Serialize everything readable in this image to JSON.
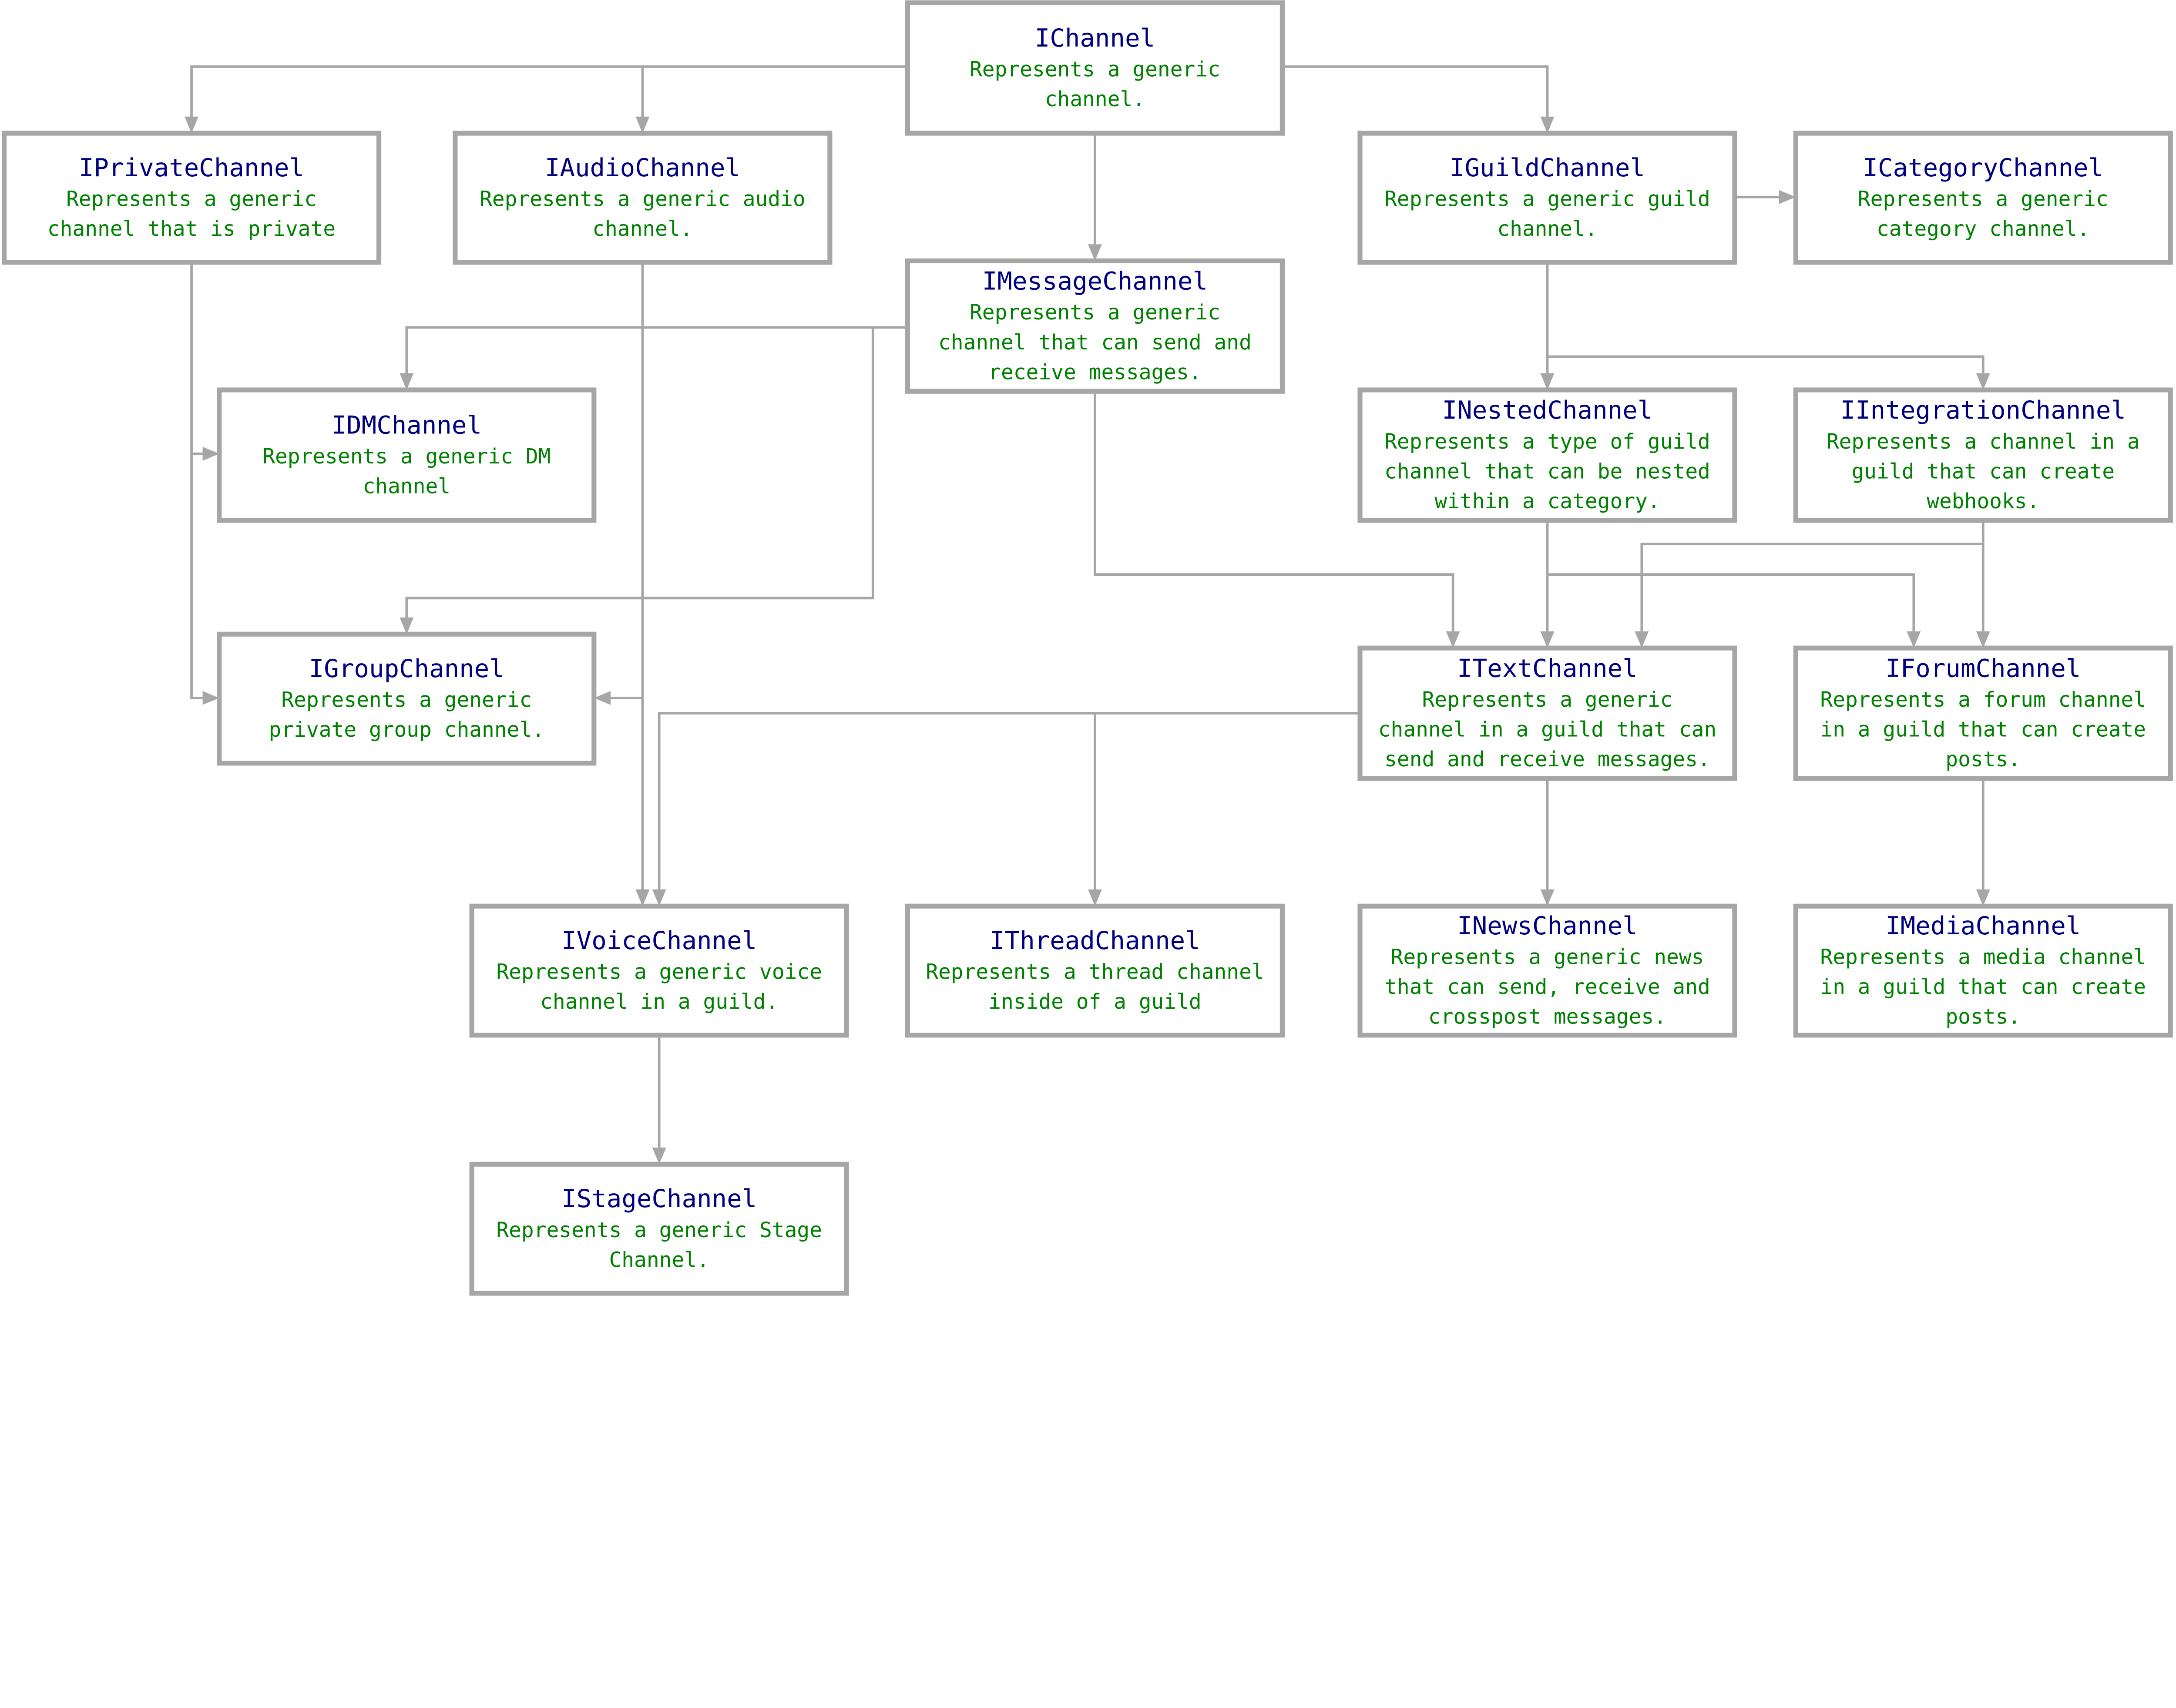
{
  "colors": {
    "title": "#000080",
    "description": "#008000",
    "border": "#a6a6a6"
  },
  "nodes": [
    {
      "id": "IChannel",
      "title": "IChannel",
      "lines": [
        "Represents a generic",
        "channel."
      ]
    },
    {
      "id": "IPrivateChannel",
      "title": "IPrivateChannel",
      "lines": [
        "Represents a generic",
        "channel that is private"
      ]
    },
    {
      "id": "IAudioChannel",
      "title": "IAudioChannel",
      "lines": [
        "Represents a generic audio",
        "channel."
      ]
    },
    {
      "id": "IGuildChannel",
      "title": "IGuildChannel",
      "lines": [
        "Represents a generic guild",
        "channel."
      ]
    },
    {
      "id": "ICategoryChannel",
      "title": "ICategoryChannel",
      "lines": [
        "Represents a generic",
        "category channel."
      ]
    },
    {
      "id": "IMessageChannel",
      "title": "IMessageChannel",
      "lines": [
        "Represents a generic",
        "channel that can send and",
        "receive messages."
      ]
    },
    {
      "id": "IDMChannel",
      "title": "IDMChannel",
      "lines": [
        "Represents a generic DM",
        "channel"
      ]
    },
    {
      "id": "INestedChannel",
      "title": "INestedChannel",
      "lines": [
        "Represents a type of guild",
        "channel that can be nested",
        "within a category."
      ]
    },
    {
      "id": "IIntegrationChannel",
      "title": "IIntegrationChannel",
      "lines": [
        "Represents a channel in a",
        "guild that can create",
        "webhooks."
      ]
    },
    {
      "id": "IGroupChannel",
      "title": "IGroupChannel",
      "lines": [
        "Represents a generic",
        "private group channel."
      ]
    },
    {
      "id": "ITextChannel",
      "title": "ITextChannel",
      "lines": [
        "Represents a generic",
        "channel in a guild that can",
        "send and receive messages."
      ]
    },
    {
      "id": "IForumChannel",
      "title": "IForumChannel",
      "lines": [
        "Represents a forum channel",
        "in a guild that can create",
        "posts."
      ]
    },
    {
      "id": "IVoiceChannel",
      "title": "IVoiceChannel",
      "lines": [
        "Represents a generic voice",
        "channel in a guild."
      ]
    },
    {
      "id": "IThreadChannel",
      "title": "IThreadChannel",
      "lines": [
        "Represents a thread channel",
        "inside of a guild"
      ]
    },
    {
      "id": "INewsChannel",
      "title": "INewsChannel",
      "lines": [
        "Represents a generic news",
        "that can send, receive and",
        "crosspost messages."
      ]
    },
    {
      "id": "IMediaChannel",
      "title": "IMediaChannel",
      "lines": [
        "Represents a media channel",
        "in a guild that can create",
        "posts."
      ]
    },
    {
      "id": "IStageChannel",
      "title": "IStageChannel",
      "lines": [
        "Represents a generic Stage",
        "Channel."
      ]
    }
  ],
  "edges": [
    {
      "from": "IChannel",
      "to": "IPrivateChannel"
    },
    {
      "from": "IChannel",
      "to": "IAudioChannel"
    },
    {
      "from": "IChannel",
      "to": "IGuildChannel"
    },
    {
      "from": "IChannel",
      "to": "IMessageChannel"
    },
    {
      "from": "IGuildChannel",
      "to": "ICategoryChannel"
    },
    {
      "from": "IMessageChannel",
      "to": "IDMChannel"
    },
    {
      "from": "IMessageChannel",
      "to": "IGroupChannel"
    },
    {
      "from": "IMessageChannel",
      "to": "ITextChannel"
    },
    {
      "from": "IPrivateChannel",
      "to": "IDMChannel"
    },
    {
      "from": "IPrivateChannel",
      "to": "IGroupChannel"
    },
    {
      "from": "IAudioChannel",
      "to": "IVoiceChannel"
    },
    {
      "from": "IAudioChannel",
      "to": "IGroupChannel"
    },
    {
      "from": "IGuildChannel",
      "to": "INestedChannel"
    },
    {
      "from": "IGuildChannel",
      "to": "IIntegrationChannel"
    },
    {
      "from": "INestedChannel",
      "to": "ITextChannel"
    },
    {
      "from": "INestedChannel",
      "to": "IForumChannel"
    },
    {
      "from": "IIntegrationChannel",
      "to": "ITextChannel"
    },
    {
      "from": "IIntegrationChannel",
      "to": "IForumChannel"
    },
    {
      "from": "ITextChannel",
      "to": "IVoiceChannel"
    },
    {
      "from": "ITextChannel",
      "to": "IThreadChannel"
    },
    {
      "from": "ITextChannel",
      "to": "INewsChannel"
    },
    {
      "from": "IForumChannel",
      "to": "IMediaChannel"
    },
    {
      "from": "IVoiceChannel",
      "to": "IStageChannel"
    }
  ]
}
